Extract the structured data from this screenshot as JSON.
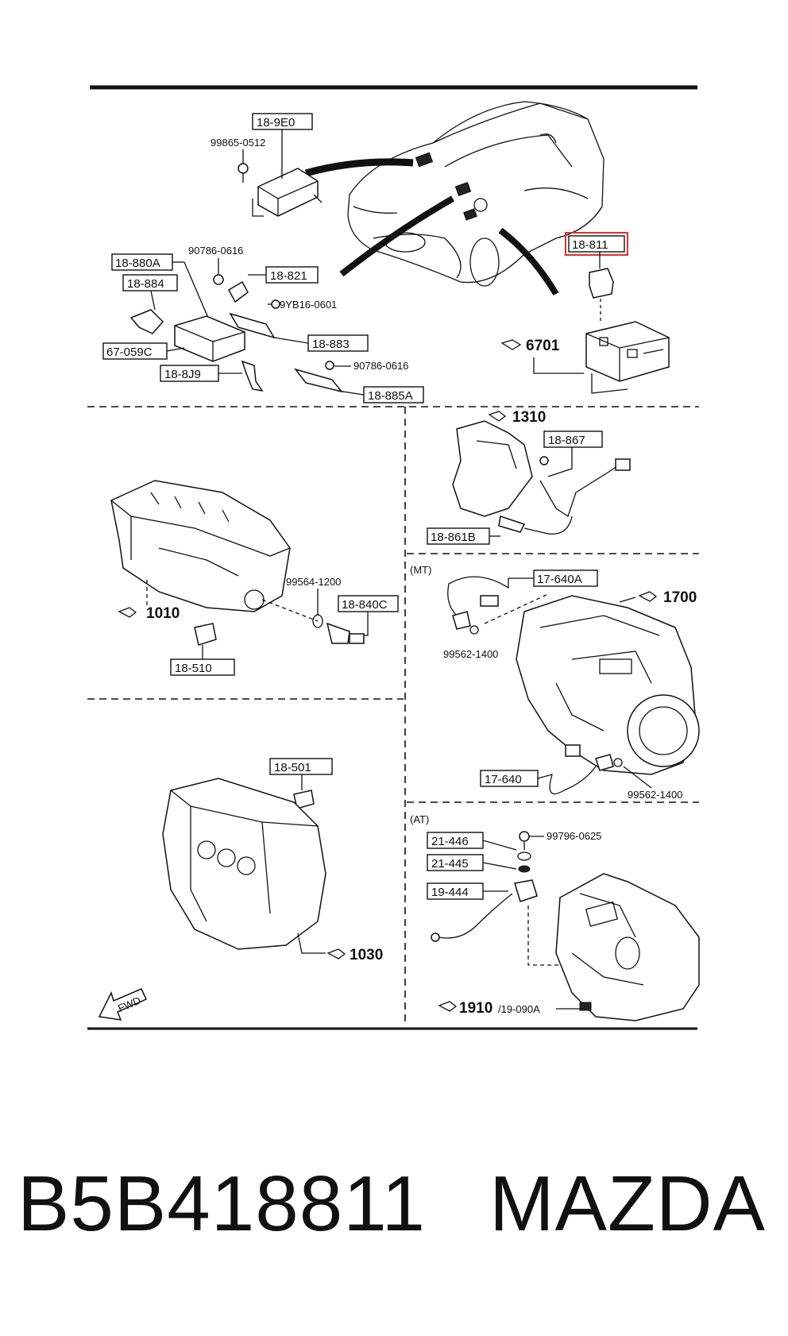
{
  "labels": {
    "ecu_top": "18-9E0",
    "bolt_ecu": "99865-0512",
    "ecu_880a": "18-880A",
    "bolt_0616_a": "90786-0616",
    "part_821": "18-821",
    "part_884": "18-884",
    "bolt_yb16": "9YB16-0601",
    "part_883": "18-883",
    "part_059c": "67-059C",
    "bolt_0616_b": "90786-0616",
    "part_8j9": "18-8J9",
    "part_885a": "18-885A",
    "relay_811": "18-811",
    "ref_6701": "6701",
    "ref_1310": "1310",
    "part_867": "18-867",
    "part_861b": "18-861B",
    "mt_tag": "(MT)",
    "part_640a": "17-640A",
    "ref_1700": "1700",
    "washer_1400_a": "99562-1400",
    "washer_1200": "99564-1200",
    "part_840c": "18-840C",
    "ref_1010": "1010",
    "part_510": "18-510",
    "part_640": "17-640",
    "washer_1400_b": "99562-1400",
    "part_501": "18-501",
    "ref_1030": "1030",
    "at_tag": "(AT)",
    "part_446": "21-446",
    "bolt_0625": "99796-0625",
    "part_445": "21-445",
    "part_444": "19-444",
    "ref_1910": "1910",
    "ref_1910_sub": "/19-090A",
    "fwd": "FWD"
  },
  "highlight_color": "#e03030",
  "caption": {
    "part_number": "B5B418811",
    "brand": "MAZDA"
  }
}
